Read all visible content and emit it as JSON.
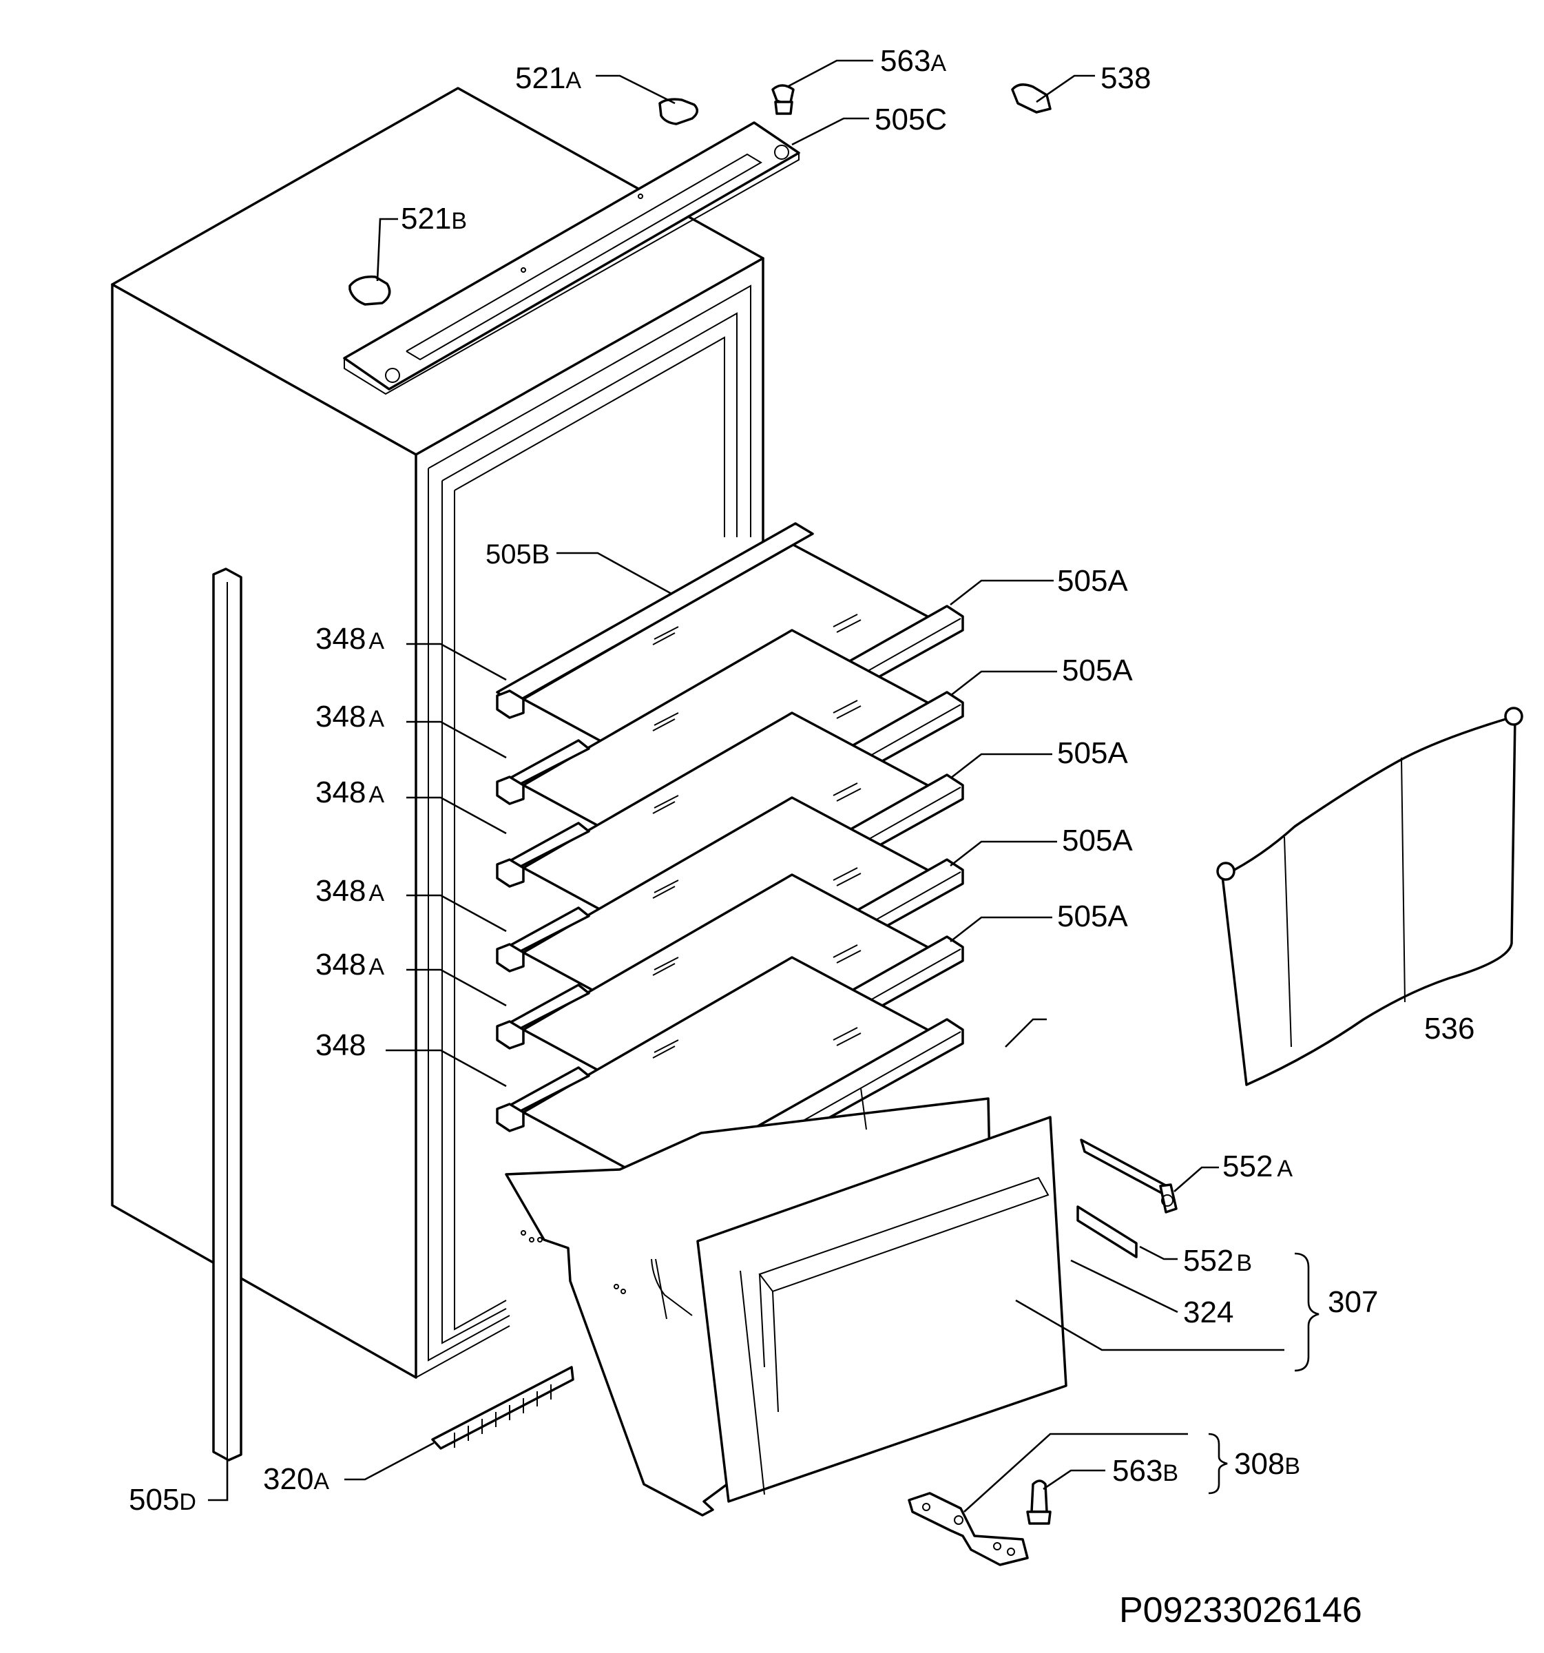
{
  "labels": {
    "l521A": {
      "num": "521",
      "suf": "A"
    },
    "l563A": {
      "num": "563",
      "suf": "A"
    },
    "l538": {
      "num": "538",
      "suf": ""
    },
    "l505C": {
      "num": "505C",
      "suf": ""
    },
    "l521B": {
      "num": "521",
      "suf": "B"
    },
    "l505B": {
      "num": "505B",
      "suf": ""
    },
    "l505A_1": {
      "num": "505A",
      "suf": ""
    },
    "l505A_2": {
      "num": "505A",
      "suf": ""
    },
    "l505A_3": {
      "num": "505A",
      "suf": ""
    },
    "l505A_4": {
      "num": "505A",
      "suf": ""
    },
    "l505A_5": {
      "num": "505A",
      "suf": ""
    },
    "l348A_1": {
      "num": "348",
      "suf": "A"
    },
    "l348A_2": {
      "num": "348",
      "suf": "A"
    },
    "l348A_3": {
      "num": "348",
      "suf": "A"
    },
    "l348A_4": {
      "num": "348",
      "suf": "A"
    },
    "l348A_5": {
      "num": "348",
      "suf": "A"
    },
    "l348": {
      "num": "348",
      "suf": ""
    },
    "l536": {
      "num": "536",
      "suf": ""
    },
    "l552A": {
      "num": "552",
      "suf": "A"
    },
    "l552B": {
      "num": "552",
      "suf": "B"
    },
    "l324": {
      "num": "324",
      "suf": ""
    },
    "l307": {
      "num": "307",
      "suf": ""
    },
    "l308B": {
      "num": "308",
      "suf": "B"
    },
    "l563B": {
      "num": "563",
      "suf": "B"
    },
    "l320A": {
      "num": "320",
      "suf": "A"
    },
    "l505D": {
      "num": "505",
      "suf": "D"
    }
  },
  "drawing_code": "P09233026146"
}
